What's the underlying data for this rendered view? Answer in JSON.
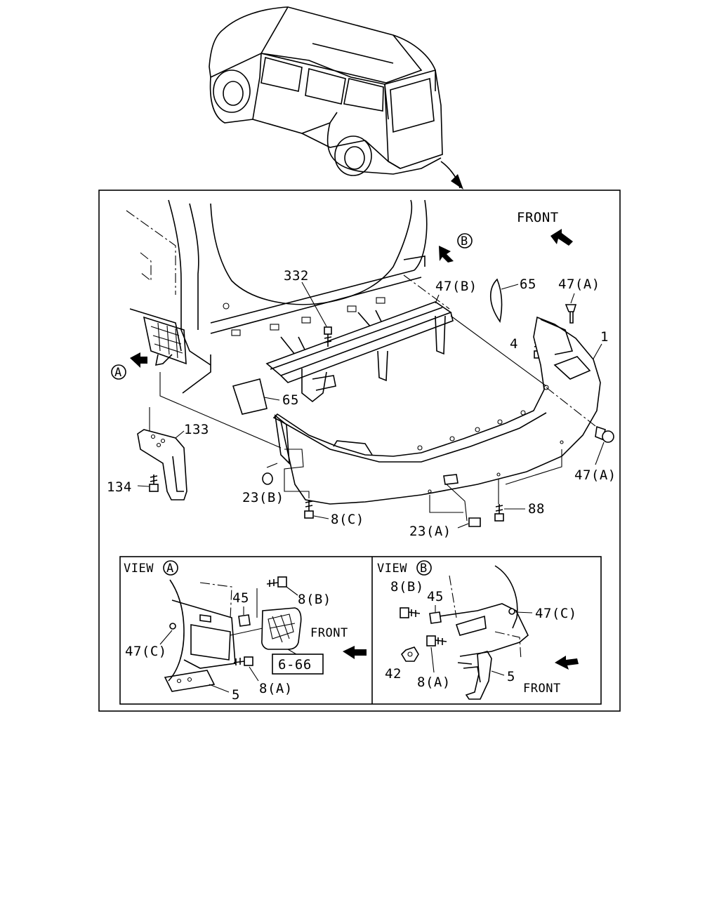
{
  "callouts": {
    "front_main": "FRONT",
    "view_b_marker": "B",
    "view_a_marker": "A",
    "p332": "332",
    "p47b": "47(B)",
    "p65_top": "65",
    "p47a_top": "47(A)",
    "p4": "4",
    "p1": "1",
    "p65_left": "65",
    "p133": "133",
    "p134": "134",
    "p23b": "23(B)",
    "p8c": "8(C)",
    "p23a": "23(A)",
    "p88": "88",
    "p47a_right": "47(A)"
  },
  "view_a": {
    "title": "VIEW",
    "marker": "A",
    "p45": "45",
    "p8b": "8(B)",
    "p47c": "47(C)",
    "front": "FRONT",
    "ref_box": "6-66",
    "p8a": "8(A)",
    "p5": "5"
  },
  "view_b": {
    "title": "VIEW",
    "marker": "B",
    "p8b": "8(B)",
    "p45": "45",
    "p47c": "47(C)",
    "p42": "42",
    "p8a": "8(A)",
    "p5": "5",
    "front": "FRONT"
  }
}
